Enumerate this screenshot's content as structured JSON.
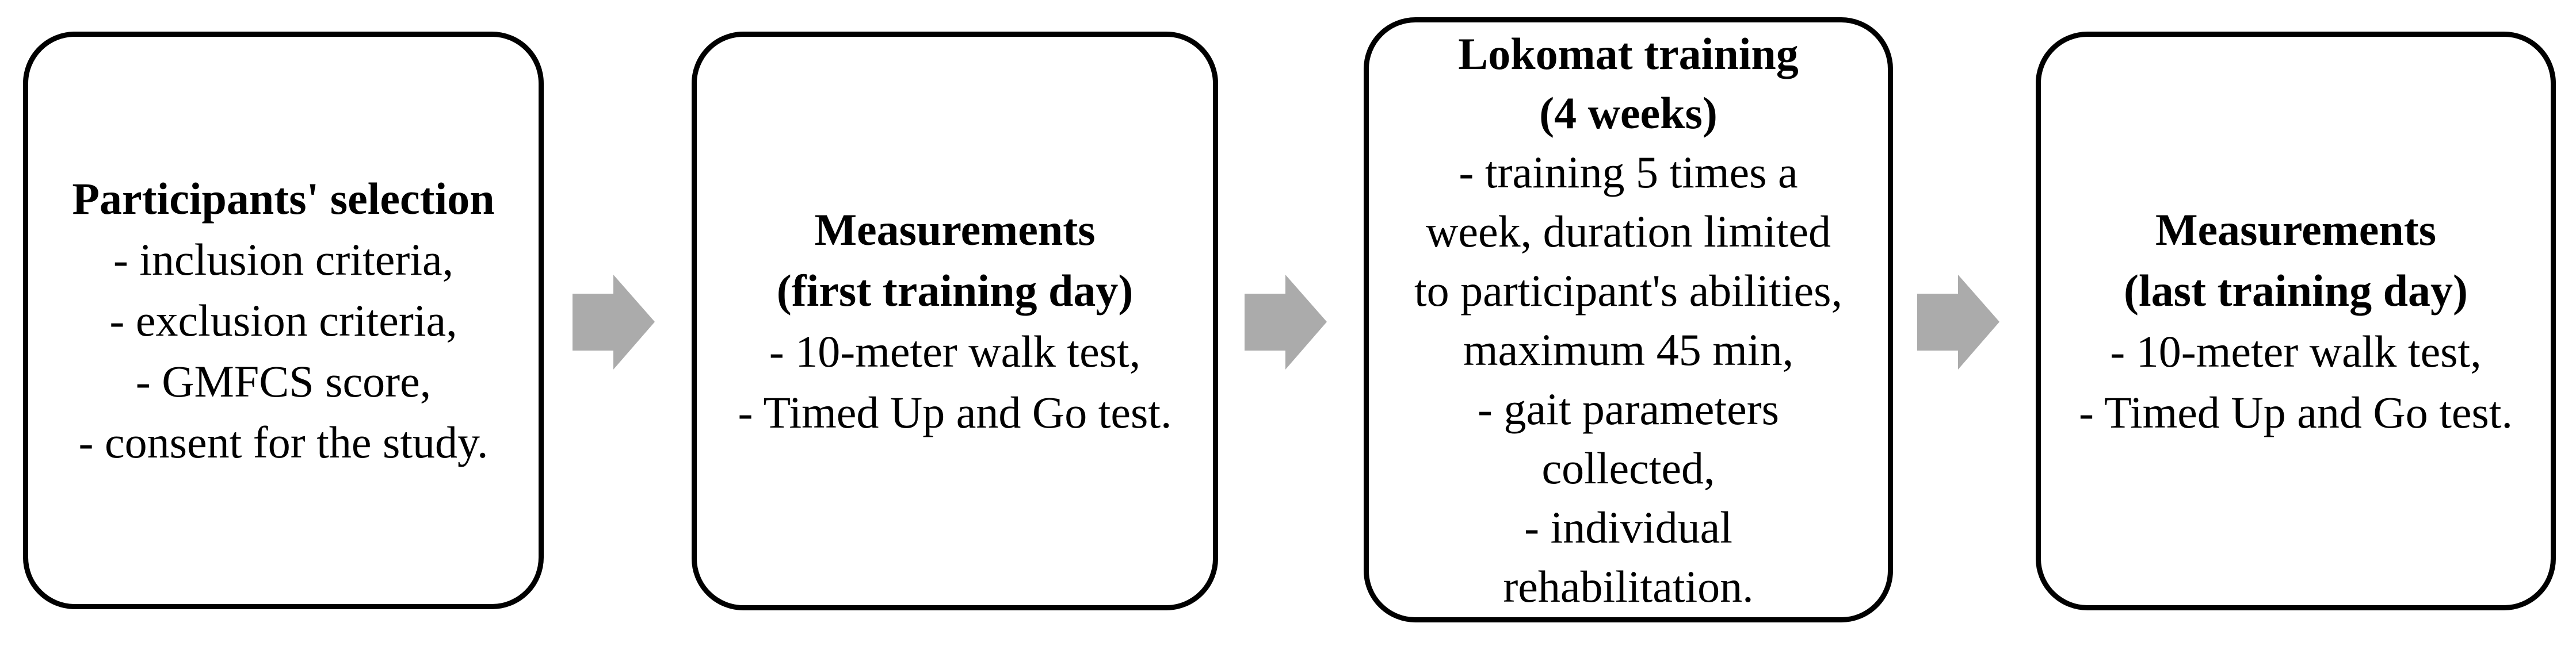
{
  "diagram": {
    "background_color": "#ffffff",
    "box_border_color": "#000000",
    "text_color": "#000000",
    "arrow_color": "#ababab",
    "arrow_icon": "right-block-arrow",
    "boxes": [
      {
        "id": "participants-selection",
        "title_lines": [
          "Participants' selection"
        ],
        "body_lines": [
          "- inclusion criteria,",
          "- exclusion criteria,",
          "- GMFCS score,",
          "- consent for the study."
        ]
      },
      {
        "id": "measurements-first-day",
        "title_lines": [
          "Measurements",
          "(first training day)"
        ],
        "body_lines": [
          "- 10-meter walk test,",
          "- Timed Up and Go test."
        ]
      },
      {
        "id": "lokomat-training",
        "title_lines": [
          "Lokomat training",
          "(4 weeks)"
        ],
        "body_lines": [
          "- training 5 times a",
          "week, duration limited",
          "to participant's abilities,",
          "maximum 45 min,",
          "- gait parameters",
          "collected,",
          "- individual",
          "rehabilitation."
        ]
      },
      {
        "id": "measurements-last-day",
        "title_lines": [
          "Measurements",
          "(last training day)"
        ],
        "body_lines": [
          "- 10-meter walk test,",
          "- Timed Up and Go test."
        ]
      }
    ]
  }
}
